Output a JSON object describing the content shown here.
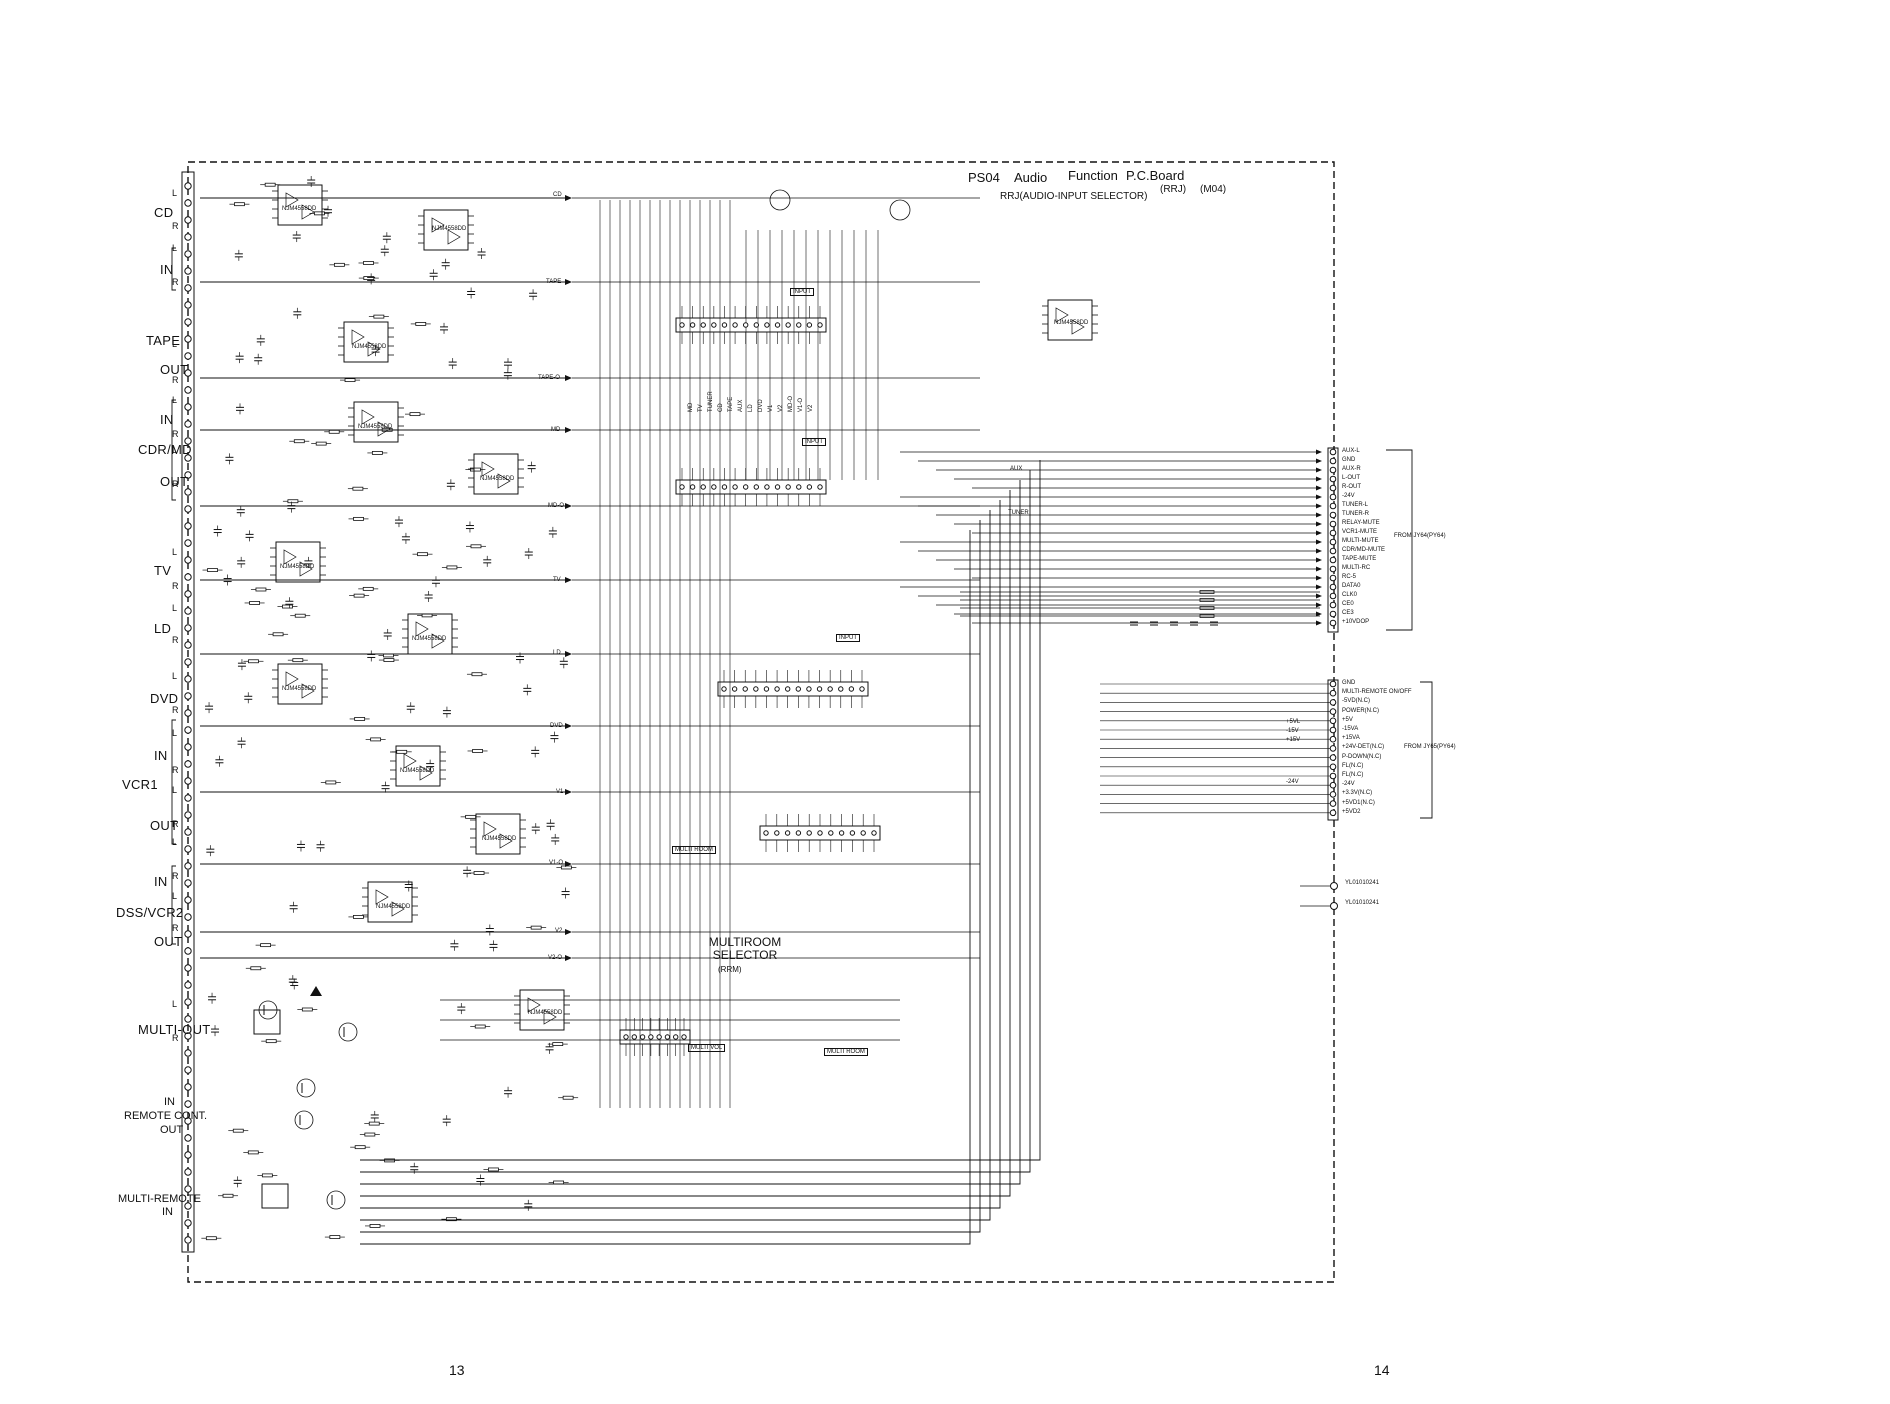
{
  "board": {
    "code": "PS04",
    "audio": "Audio",
    "function": "Function",
    "pcb": "P.C.Board",
    "rrj_desc": "RRJ(AUDIO-INPUT SELECTOR)",
    "rrj": "(RRJ)",
    "model": "(M04)"
  },
  "left_inputs": [
    {
      "name": "CD",
      "channels": [
        "L",
        "R"
      ]
    },
    {
      "name": "IN",
      "channels": [
        "L",
        "R"
      ]
    },
    {
      "name": "TAPE",
      "channels": [
        "L",
        "R"
      ]
    },
    {
      "name": "OUT",
      "channels": [
        "L",
        "R"
      ]
    },
    {
      "name": "IN",
      "channels": [
        "L",
        "R"
      ]
    },
    {
      "name": "CDR/MD",
      "channels": [
        "L",
        "R"
      ]
    },
    {
      "name": "OUT",
      "channels": [
        "L",
        "R"
      ]
    },
    {
      "name": "TV",
      "channels": [
        "L",
        "R"
      ]
    },
    {
      "name": "LD",
      "channels": [
        "L",
        "R"
      ]
    },
    {
      "name": "DVD",
      "channels": [
        "L",
        "R"
      ]
    },
    {
      "name": "IN",
      "channels": [
        "L",
        "R"
      ]
    },
    {
      "name": "VCR1",
      "channels": [
        "L",
        "R"
      ]
    },
    {
      "name": "OUT",
      "channels": [
        "L",
        "R"
      ]
    },
    {
      "name": "IN",
      "channels": [
        "L",
        "R"
      ]
    },
    {
      "name": "DSS/VCR2",
      "channels": [
        "L",
        "R"
      ]
    },
    {
      "name": "OUT",
      "channels": [
        "L",
        "R"
      ]
    }
  ],
  "bottom_left": {
    "multi_out": "MULTI-OUT",
    "remote_cont": "REMOTE CONT.",
    "remote_in": "IN",
    "remote_out": "OUT",
    "multi_remote": "MULTI-REMOTE",
    "multi_remote_in": "IN"
  },
  "ic_labels": [
    "NJM4558DD",
    "NJM4558DD",
    "NJM4558DD",
    "NJM4558DD",
    "NJM4558DD",
    "NJM4558DD",
    "NJM4558DD",
    "NJM4558DD",
    "NJM4558DD",
    "NJM4558DD",
    "NJM4558DD",
    "NJM4558DD",
    "NJM4558DD"
  ],
  "selector_tags": [
    "INPUT",
    "INPUT",
    "INPUT",
    "MULTI ROOM",
    "MULTI VOL",
    "MULTI ROOM"
  ],
  "multiroom": {
    "line1": "MULTIROOM",
    "line2": "SELECTOR",
    "line3": "(RRM)"
  },
  "j505": {
    "pins": [
      "AUX-L",
      "GND",
      "AUX-R",
      "L-OUT",
      "R-OUT",
      "-24V",
      "TUNER-L",
      "TUNER-R",
      "RELAY-MUTE",
      "VCR1-MUTE",
      "MULTI-MUTE",
      "CDR/MD-MUTE",
      "TAPE-MUTE",
      "MULTI-RC",
      "RC-5",
      "DATA0",
      "CLK0",
      "CE0",
      "CE3",
      "+10VDOP"
    ],
    "from": "FROM JY64(PY64)"
  },
  "j510": {
    "pins": [
      "GND",
      "MULTI-REMOTE ON/OFF",
      "-5VD(N.C)",
      "POWER(N.C)",
      "+5V",
      "-15VA",
      "+15VA",
      "+24V-DET(N.C)",
      "P-DOWN(N.C)",
      "FL(N.C)",
      "FL(N.C)",
      "-24V",
      "+3.3V(N.C)",
      "+5VD1(N.C)",
      "+5VD2"
    ],
    "from": "FROM JY65(PY64)",
    "side": [
      "+5VL",
      "-15V",
      "+15V",
      "-24V"
    ]
  },
  "jacks": [
    "YL01010241",
    "YL01010241"
  ],
  "signal_tags": [
    "CD",
    "TAPE",
    "TAPE-O",
    "MD",
    "MD-O",
    "TV",
    "LD",
    "DVD",
    "V1",
    "V1-O",
    "V2",
    "V2-O",
    "AUX",
    "TUNER"
  ],
  "page_numbers": {
    "left": "13",
    "right": "14"
  }
}
